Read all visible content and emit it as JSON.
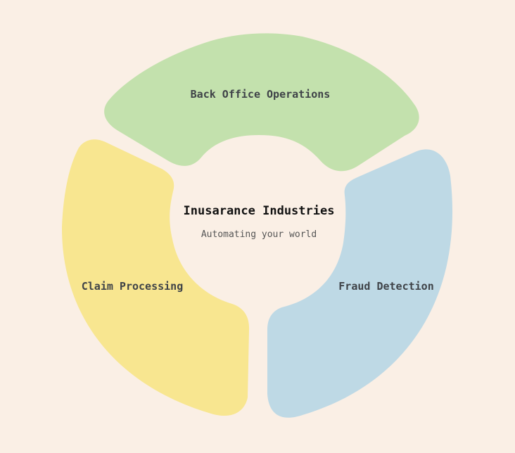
{
  "diagram": {
    "center": {
      "title": "Inusarance Industries",
      "subtitle": "Automating your world"
    },
    "segments": [
      {
        "id": "back-office",
        "label": "Back Office Operations",
        "color": "#c3e1ad"
      },
      {
        "id": "claim",
        "label": "Claim Processing",
        "color": "#f8e690"
      },
      {
        "id": "fraud",
        "label": "Fraud Detection",
        "color": "#bed9e5"
      }
    ],
    "colors": {
      "background": "#faefe5",
      "text": "#3f4348",
      "title": "#111111",
      "subtitle": "#555555"
    }
  }
}
